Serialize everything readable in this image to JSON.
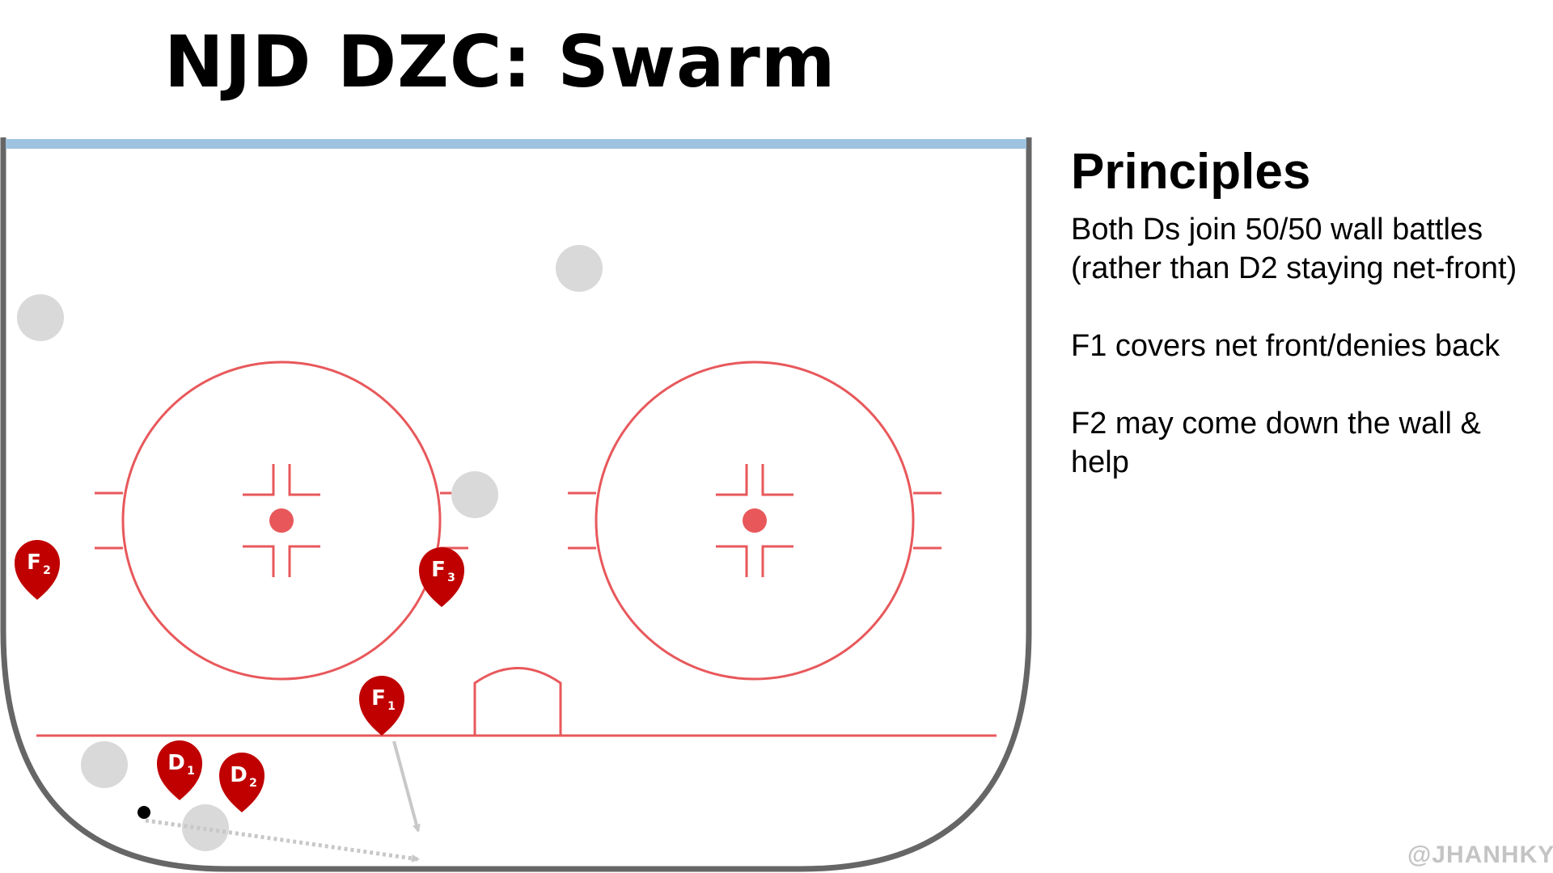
{
  "title": "NJD DZC: Swarm",
  "principles": {
    "heading": "Principles",
    "points": [
      "Both Ds join 50/50 wall battles (rather than D2 staying net-front)",
      "F1 covers net front/denies back",
      "F2 may come down the wall & help"
    ]
  },
  "watermark": "@JHANHKY",
  "players": [
    {
      "label": "F",
      "number": "2"
    },
    {
      "label": "F",
      "number": "3"
    },
    {
      "label": "F",
      "number": "1"
    },
    {
      "label": "D",
      "number": "1"
    },
    {
      "label": "D",
      "number": "2"
    }
  ],
  "colors": {
    "marker": "#c00000",
    "rink_lines": "#e8585b",
    "blue_line": "#9dc3e0",
    "boards": "#666666",
    "opponent": "#d9d9d9",
    "arrow": "#c8c8c8",
    "puck": "#000000"
  },
  "icons": [
    "player-marker-icon",
    "opponent-icon",
    "puck-icon",
    "arrow-icon"
  ]
}
